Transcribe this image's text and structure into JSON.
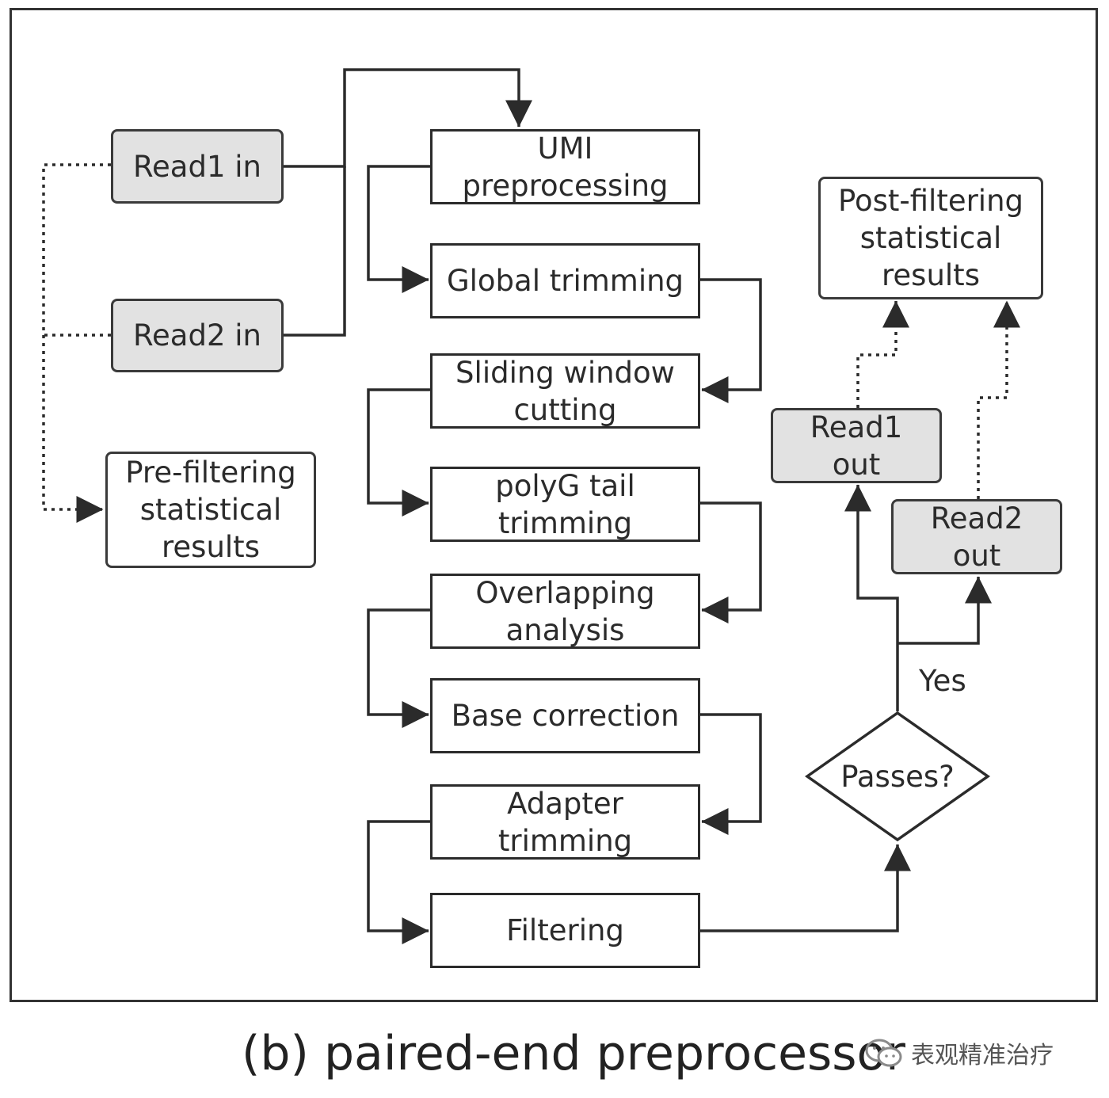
{
  "nodes": {
    "read1_in": "Read1 in",
    "read2_in": "Read2 in",
    "pre_filtering": "Pre-filtering\nstatistical\nresults",
    "umi": "UMI\npreprocessing",
    "global_trimming": "Global trimming",
    "sliding_window": "Sliding window\ncutting",
    "polyg": "polyG tail\ntrimming",
    "overlapping": "Overlapping\nanalysis",
    "base_correction": "Base correction",
    "adapter": "Adapter\ntrimming",
    "filtering": "Filtering",
    "passes": "Passes?",
    "read1_out": "Read1\nout",
    "read2_out": "Read2\nout",
    "post_filtering": "Post-filtering\nstatistical\nresults"
  },
  "labels": {
    "yes": "Yes"
  },
  "caption": "(b) paired-end preprocessor",
  "watermark": {
    "text": "表观精准治疗",
    "icon": "wechat-icon"
  },
  "colors": {
    "io_fill": "#e2e2e2",
    "stroke": "#2b2b2b"
  }
}
